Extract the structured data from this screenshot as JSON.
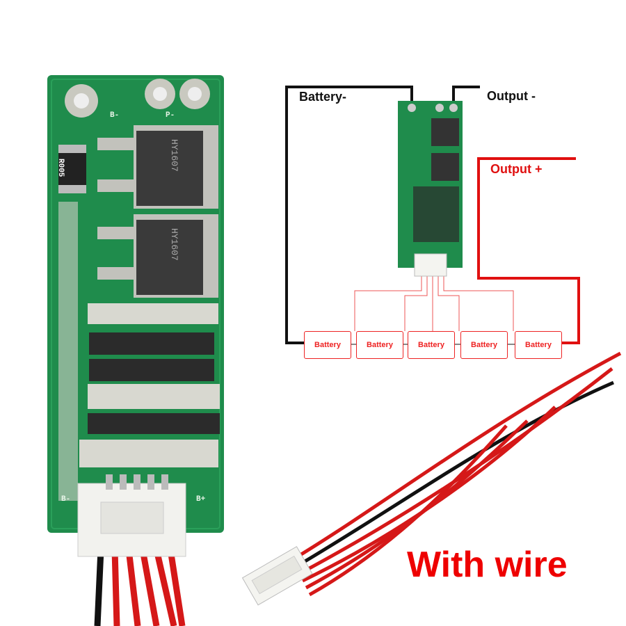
{
  "board": {
    "resistor_label": "R005",
    "mosfet_label": "HY1607",
    "pad_b_minus": "B-",
    "pad_p_minus": "P-",
    "pad_b_plus": "B+"
  },
  "diagram": {
    "battery_minus": "Battery-",
    "output_minus": "Output -",
    "output_plus": "Output +",
    "batteries": [
      "Battery",
      "Battery",
      "Battery",
      "Battery",
      "Battery"
    ]
  },
  "caption": "With wire",
  "colors": {
    "pcb": "#1f8c4c",
    "red": "#e01010",
    "wire_black": "#111111"
  }
}
